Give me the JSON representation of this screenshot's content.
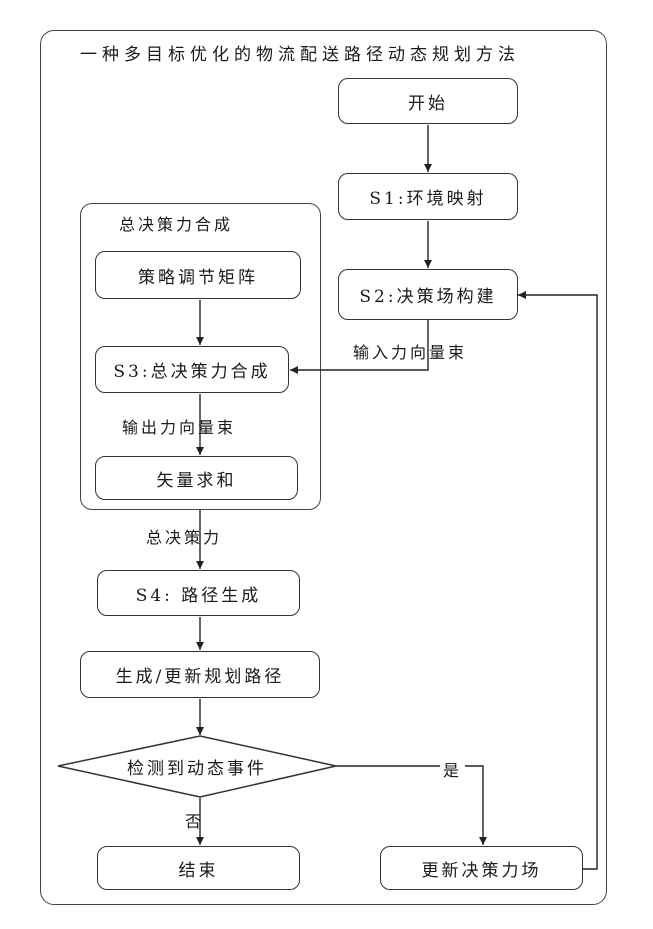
{
  "title": "一种多目标优化的物流配送路径动态规划方法",
  "group_title": "总决策力合成",
  "nodes": {
    "start": "开始",
    "s1": "S1:环境映射",
    "s2": "S2:决策场构建",
    "strategy": "策略调节矩阵",
    "s3": "S3:总决策力合成",
    "vector_sum": "矢量求和",
    "s4": "S4: 路径生成",
    "generate": "生成/更新规划路径",
    "decision": "检测到动态事件",
    "end": "结束",
    "update": "更新决策力场"
  },
  "edge_labels": {
    "input_vectors": "输入力向量束",
    "output_vectors": "输出力向量束",
    "total_force": "总决策力",
    "yes": "是",
    "no": "否"
  }
}
